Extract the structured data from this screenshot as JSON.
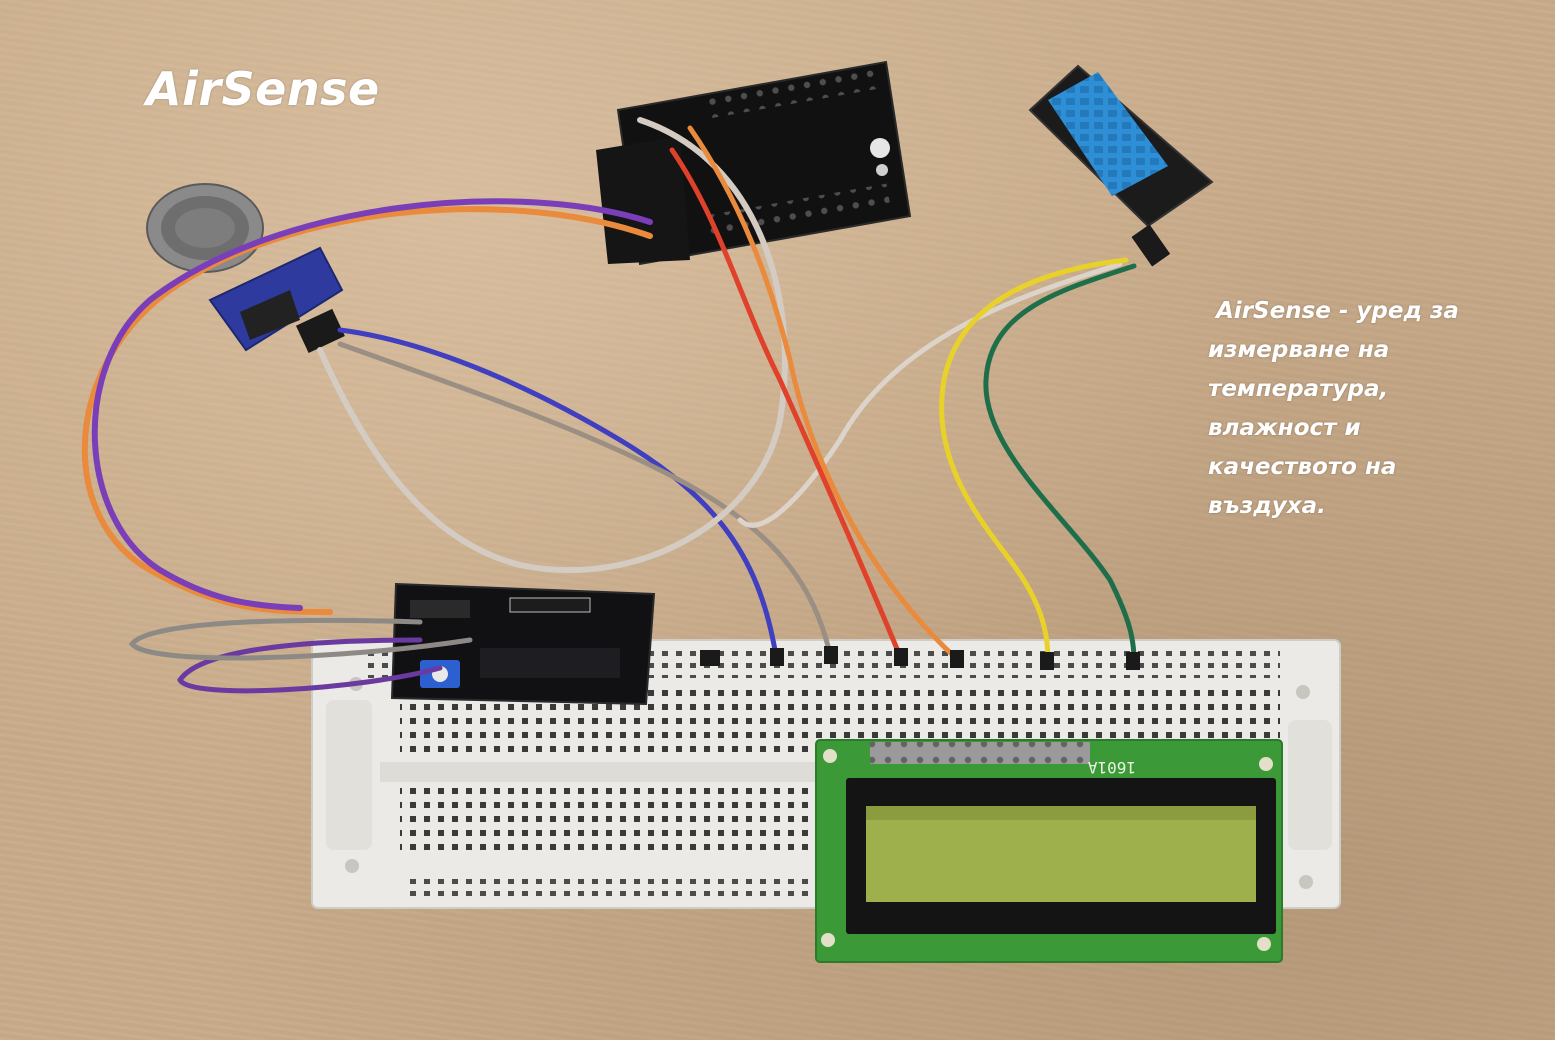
{
  "overlay": {
    "title": "AirSense",
    "description_lines": [
      " AirSense - уред за",
      "измерване на",
      "температура,",
      "влажност и",
      "качеството на",
      "въздуха."
    ]
  },
  "components": {
    "lcd_model_label": "1601A"
  },
  "colors": {
    "table": "#c8ab8a",
    "breadboard": "#ecebe7",
    "lcd_pcb": "#3f9f3a",
    "lcd_screen": "#9fb04a",
    "dht_sensor": "#2f8fd6",
    "wire_orange": "#e98a3c",
    "wire_purple": "#7a3fb8",
    "wire_red": "#e0412a",
    "wire_yellow": "#e8d22a",
    "wire_green": "#1f6e4a",
    "wire_blue": "#3f3fc0",
    "wire_gray": "#c9c0b6"
  }
}
